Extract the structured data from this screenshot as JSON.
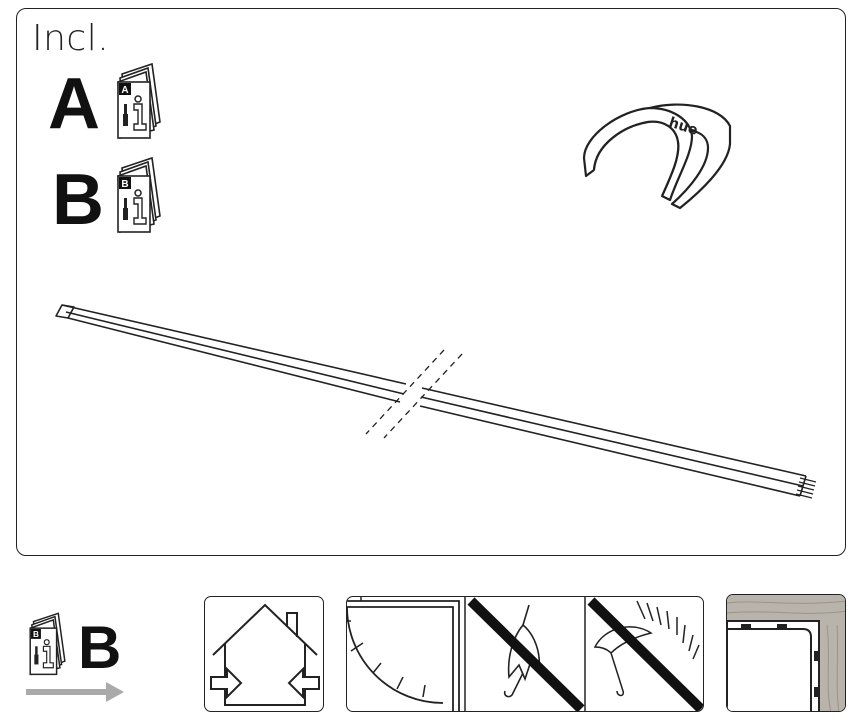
{
  "included_label": "Incl.",
  "manual_a_letter": "A",
  "manual_b_letter": "B",
  "manual_a_tag": "A",
  "manual_b_tag": "B",
  "bottom_manual_letter": "B",
  "bottom_manual_tag": "B",
  "cap_brand": "hue",
  "icons": [
    "indoor-use-only-icon",
    "no-direct-sunlight-icon",
    "no-rain-icon",
    "no-humidity-icon",
    "corner-mounting-icon"
  ],
  "colors": {
    "line": "#222222",
    "arrow_gray": "#aaaaaa",
    "wood": "#b8b3ab"
  }
}
